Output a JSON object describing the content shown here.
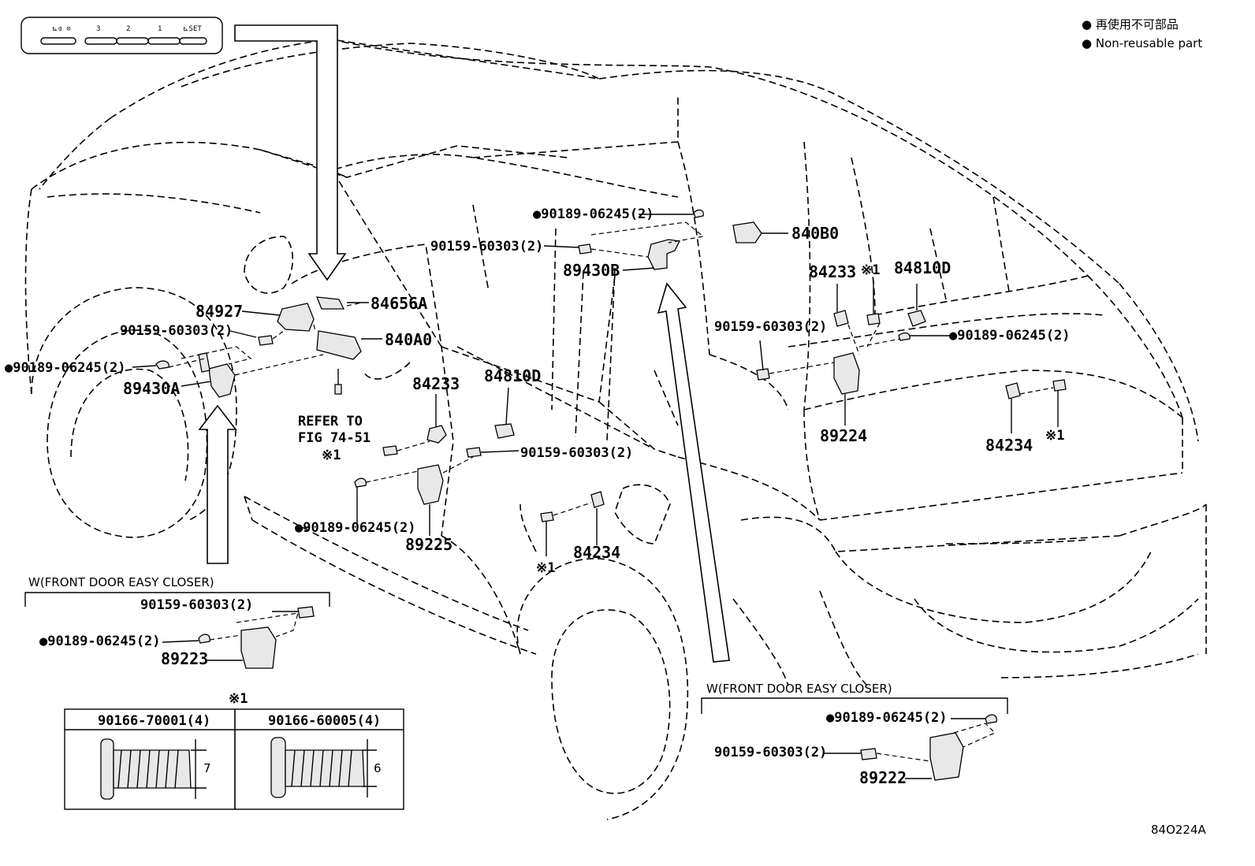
{
  "legend": {
    "line1": "● 再使用不可部品",
    "line2": "● Non-reusable part"
  },
  "switch_panel": {
    "labels": [
      "⊾ɞ ⊙",
      "3",
      "2",
      "1",
      "⊾SET"
    ]
  },
  "labels": {
    "p84927": "84927",
    "p84656A": "84656A",
    "p840A0": "840A0",
    "p90159_left": "90159-60303(2)",
    "p90189_left": "●90189-06245(2)",
    "p89430A": "89430A",
    "refer1": "REFER TO",
    "refer2": "FIG 74-51",
    "note_mid": "※1",
    "p84233_mid": "84233",
    "p84810D_mid": "84810D",
    "p90159_mid": "90159-60303(2)",
    "p90189_mid": "●90189-06245(2)",
    "p89225": "89225",
    "p84234_low": "84234",
    "note_low": "※1",
    "p90189_top": "●90189-06245(2)",
    "p90159_top": "90159-60303(2)",
    "p89430B": "89430B",
    "p840B0": "840B0",
    "p84233_right": "84233",
    "note_right1": "※1",
    "p84810D_right": "84810D",
    "p90159_right": "90159-60303(2)",
    "p90189_right": "●90189-06245(2)",
    "p89224": "89224",
    "p84234_right": "84234",
    "note_right2": "※1",
    "diagram_code": "84O224A"
  },
  "inset_left": {
    "title": "W(FRONT DOOR EASY CLOSER)",
    "p90159": "90159-60303(2)",
    "p90189": "●90189-06245(2)",
    "p89223": "89223"
  },
  "inset_right": {
    "title": "W(FRONT DOOR EASY CLOSER)",
    "p90189": "●90189-06245(2)",
    "p90159": "90159-60303(2)",
    "p89222": "89222"
  },
  "table": {
    "note": "※1",
    "col1_header": "90166-70001(4)",
    "col2_header": "90166-60005(4)",
    "dim1": "7",
    "dim2": "6"
  }
}
